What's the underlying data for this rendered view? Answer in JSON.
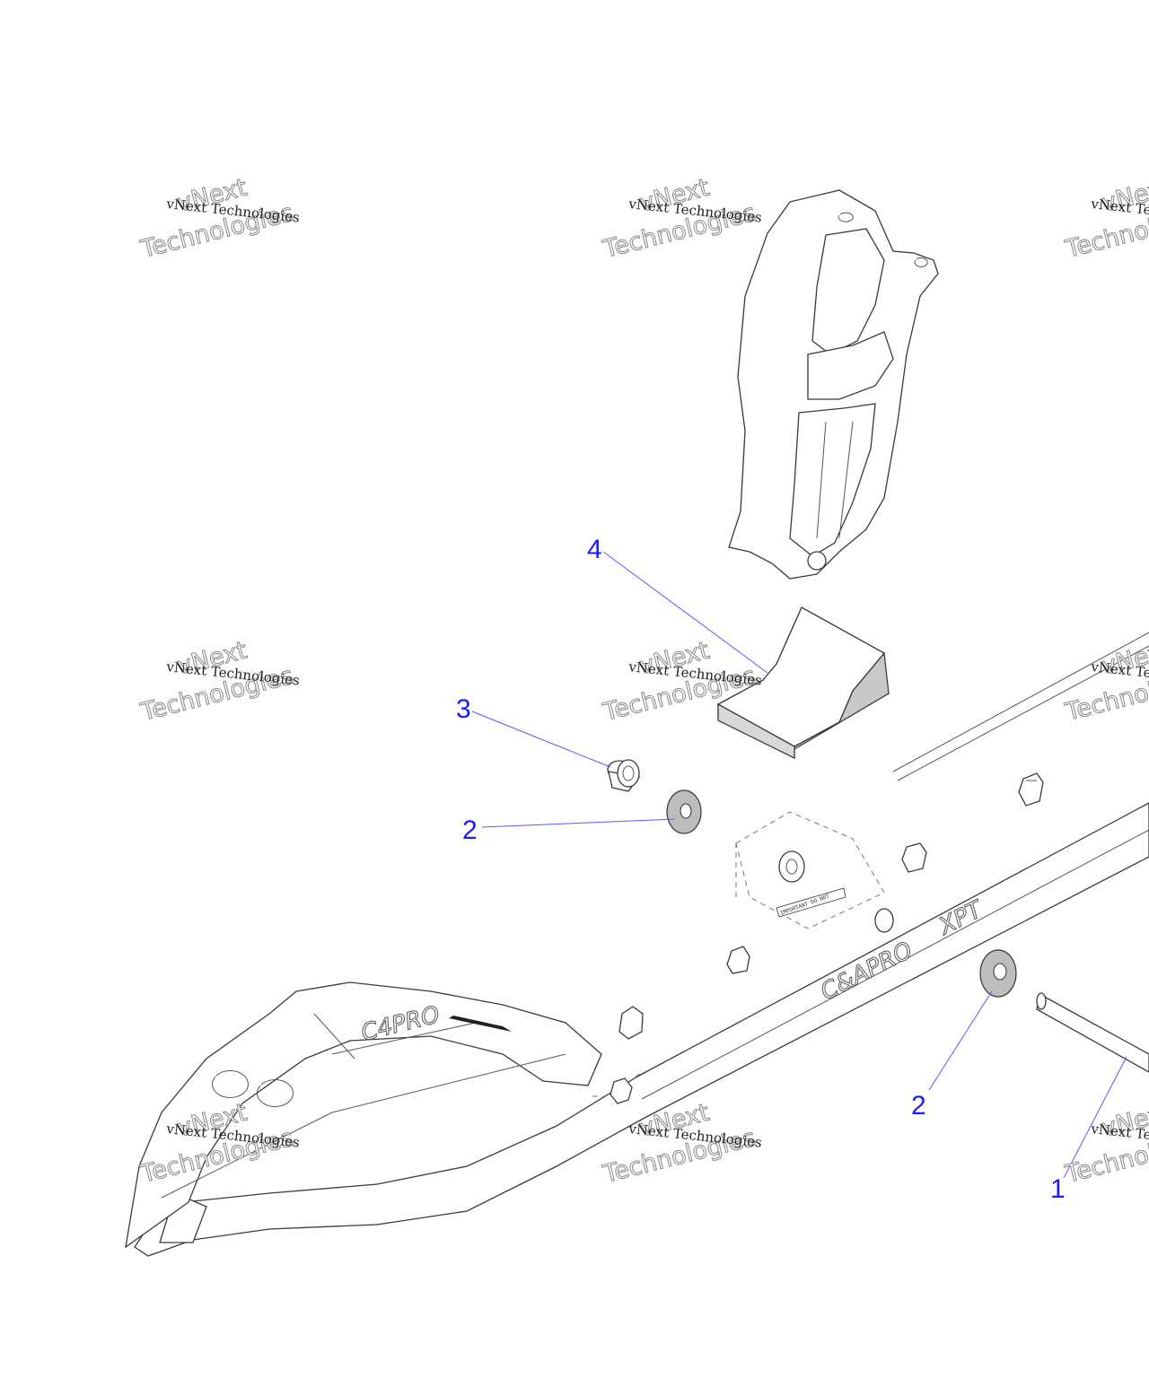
{
  "watermark": {
    "line1": "vNext Technologies",
    "line2": "vNext",
    "line3": "Technologies"
  },
  "callouts": [
    {
      "id": "callout-4",
      "label": "4"
    },
    {
      "id": "callout-3",
      "label": "3"
    },
    {
      "id": "callout-2a",
      "label": "2"
    },
    {
      "id": "callout-2b",
      "label": "2"
    },
    {
      "id": "callout-1",
      "label": "1"
    }
  ],
  "ski_branding": {
    "tip_logo": "C4PRO",
    "side_logo": "C&APRO",
    "side_model": "XPT"
  },
  "colors": {
    "callout": "#1a1aff",
    "leader": "#5a5aff",
    "line_art": "#3a3a3a"
  }
}
